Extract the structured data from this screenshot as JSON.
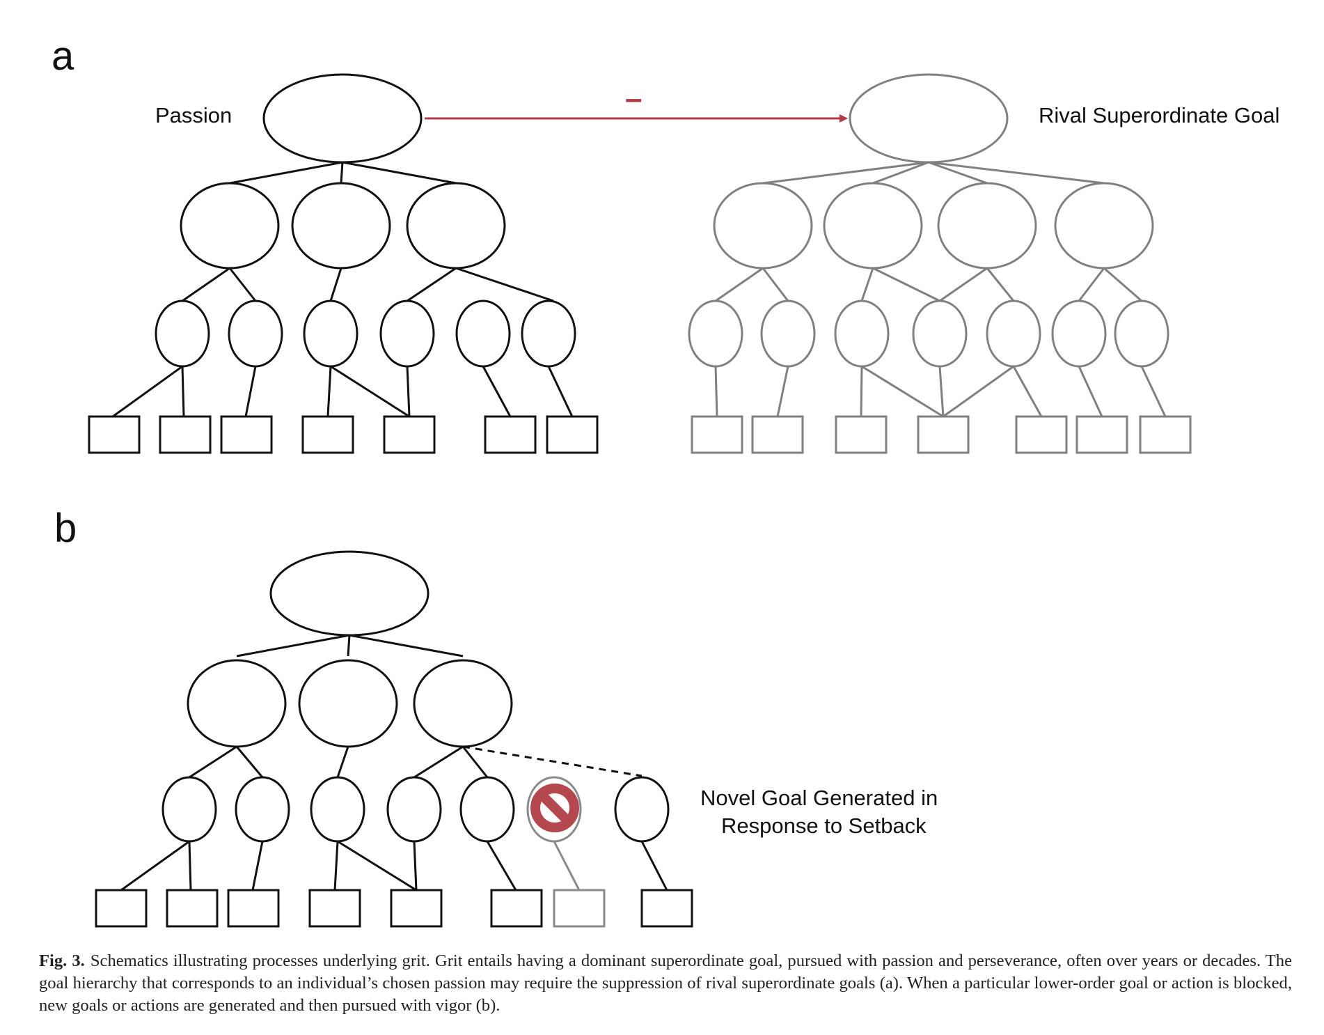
{
  "panels": {
    "a": {
      "letter": "a",
      "passion_label": "Passion",
      "rival_label": "Rival Superordinate Goal",
      "inhibition_sign": "–"
    },
    "b": {
      "letter": "b",
      "novel_goal_label_line1": "Novel Goal Generated in",
      "novel_goal_label_line2": "Response to Setback"
    }
  },
  "colors": {
    "active": "#111111",
    "rival": "#808080",
    "inhibition_arrow": "#b03a48",
    "blocked_symbol": "#b5474f",
    "blocked_branch": "#8a8a8a"
  },
  "icons": {
    "blocked": "prohibition-icon"
  },
  "caption": {
    "label": "Fig. 3.",
    "text": "Schematics illustrating processes underlying grit. Grit entails having a dominant superordinate goal, pursued with passion and perseverance, often over years or decades. The goal hierarchy that corresponds to an individual’s chosen passion may require the suppression of rival superordinate goals (a). When a particular lower-order goal or action is blocked, new goals or actions are generated and then pursued with vigor (b)."
  }
}
